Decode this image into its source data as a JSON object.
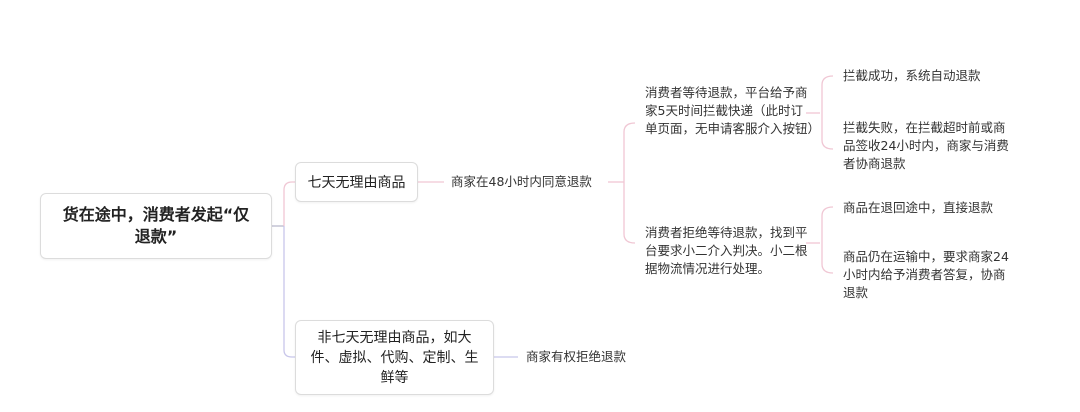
{
  "mindmap": {
    "root": {
      "label": "货在途中，消费者发起“仅退款”"
    },
    "branches": [
      {
        "label": "七天无理由商品",
        "color": "#f2c4d3",
        "children": [
          {
            "label": "商家在48小时内同意退款",
            "children": [
              {
                "label": "消费者等待退款，平台给予商家5天时间拦截快递（此时订单页面，无申请客服介入按钮）",
                "children": [
                  {
                    "label": "拦截成功，系统自动退款"
                  },
                  {
                    "label": "拦截失败，在拦截超时前或商品签收24小时内，商家与消费者协商退款"
                  }
                ]
              },
              {
                "label": "消费者拒绝等待退款，找到平台要求小二介入判决。小二根据物流情况进行处理。",
                "children": [
                  {
                    "label": "商品在退回途中，直接退款"
                  },
                  {
                    "label": "商品仍在运输中，要求商家24小时内给予消费者答复，协商退款"
                  }
                ]
              }
            ]
          }
        ]
      },
      {
        "label": "非七天无理由商品，如大件、虚拟、代购、定制、生鲜等",
        "color": "#c9c8ec",
        "children": [
          {
            "label": "商家有权拒绝退款"
          }
        ]
      }
    ]
  },
  "colors": {
    "pink_connector": "#f0c7d4",
    "lavender_connector": "#c8c6ea",
    "root_connector": "#b9b9cc",
    "node_border": "#dcdcdc"
  }
}
